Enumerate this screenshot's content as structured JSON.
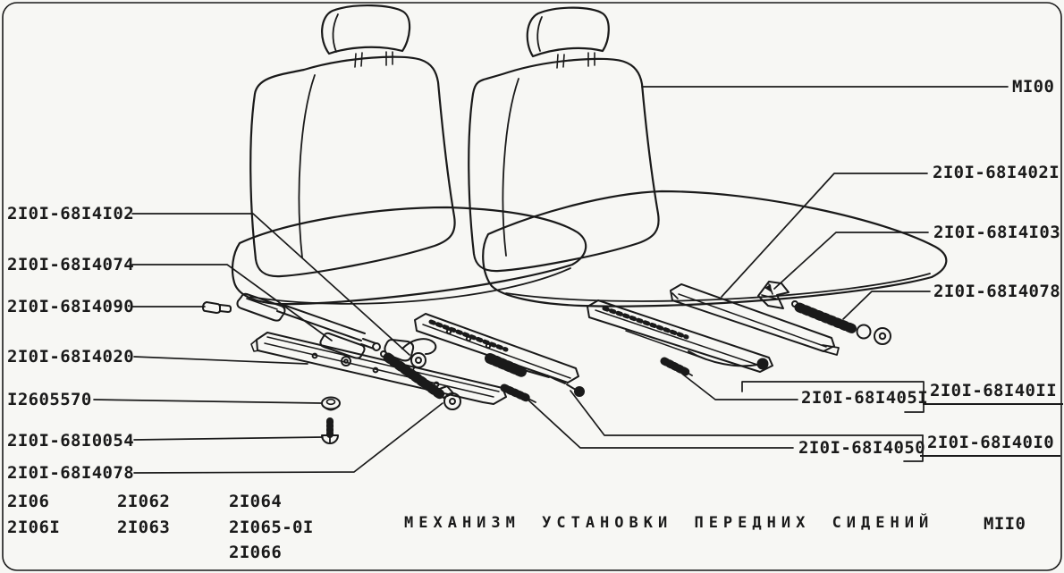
{
  "sheet": {
    "background": "#f7f7f4",
    "ink": "#1a1a1a",
    "title": "МЕХАНИЗМ УСТАНОВКИ ПЕРЕДНИХ СИДЕНИЙ",
    "figure_code": "МII0",
    "seat_callout": "МI00"
  },
  "parts": {
    "left": [
      "2I0I-68I4I02",
      "2I0I-68I4074",
      "2I0I-68I4090",
      "2I0I-68I4020",
      "I2605570",
      "2I0I-68I0054",
      "2I0I-68I4078"
    ],
    "right": [
      "2I0I-68I402I",
      "2I0I-68I4I03",
      "2I0I-68I4078"
    ],
    "boxed": [
      "2I0I-68I405I",
      "2I0I-68I4050"
    ],
    "underlined": [
      "2I0I-68I40II",
      "2I0I-68I40I0"
    ]
  },
  "models": {
    "rows": [
      [
        "2I06",
        "2I062",
        "2I064"
      ],
      [
        "2I06I",
        "2I063",
        "2I065-0I"
      ],
      [
        "",
        "",
        "2I066"
      ]
    ]
  }
}
